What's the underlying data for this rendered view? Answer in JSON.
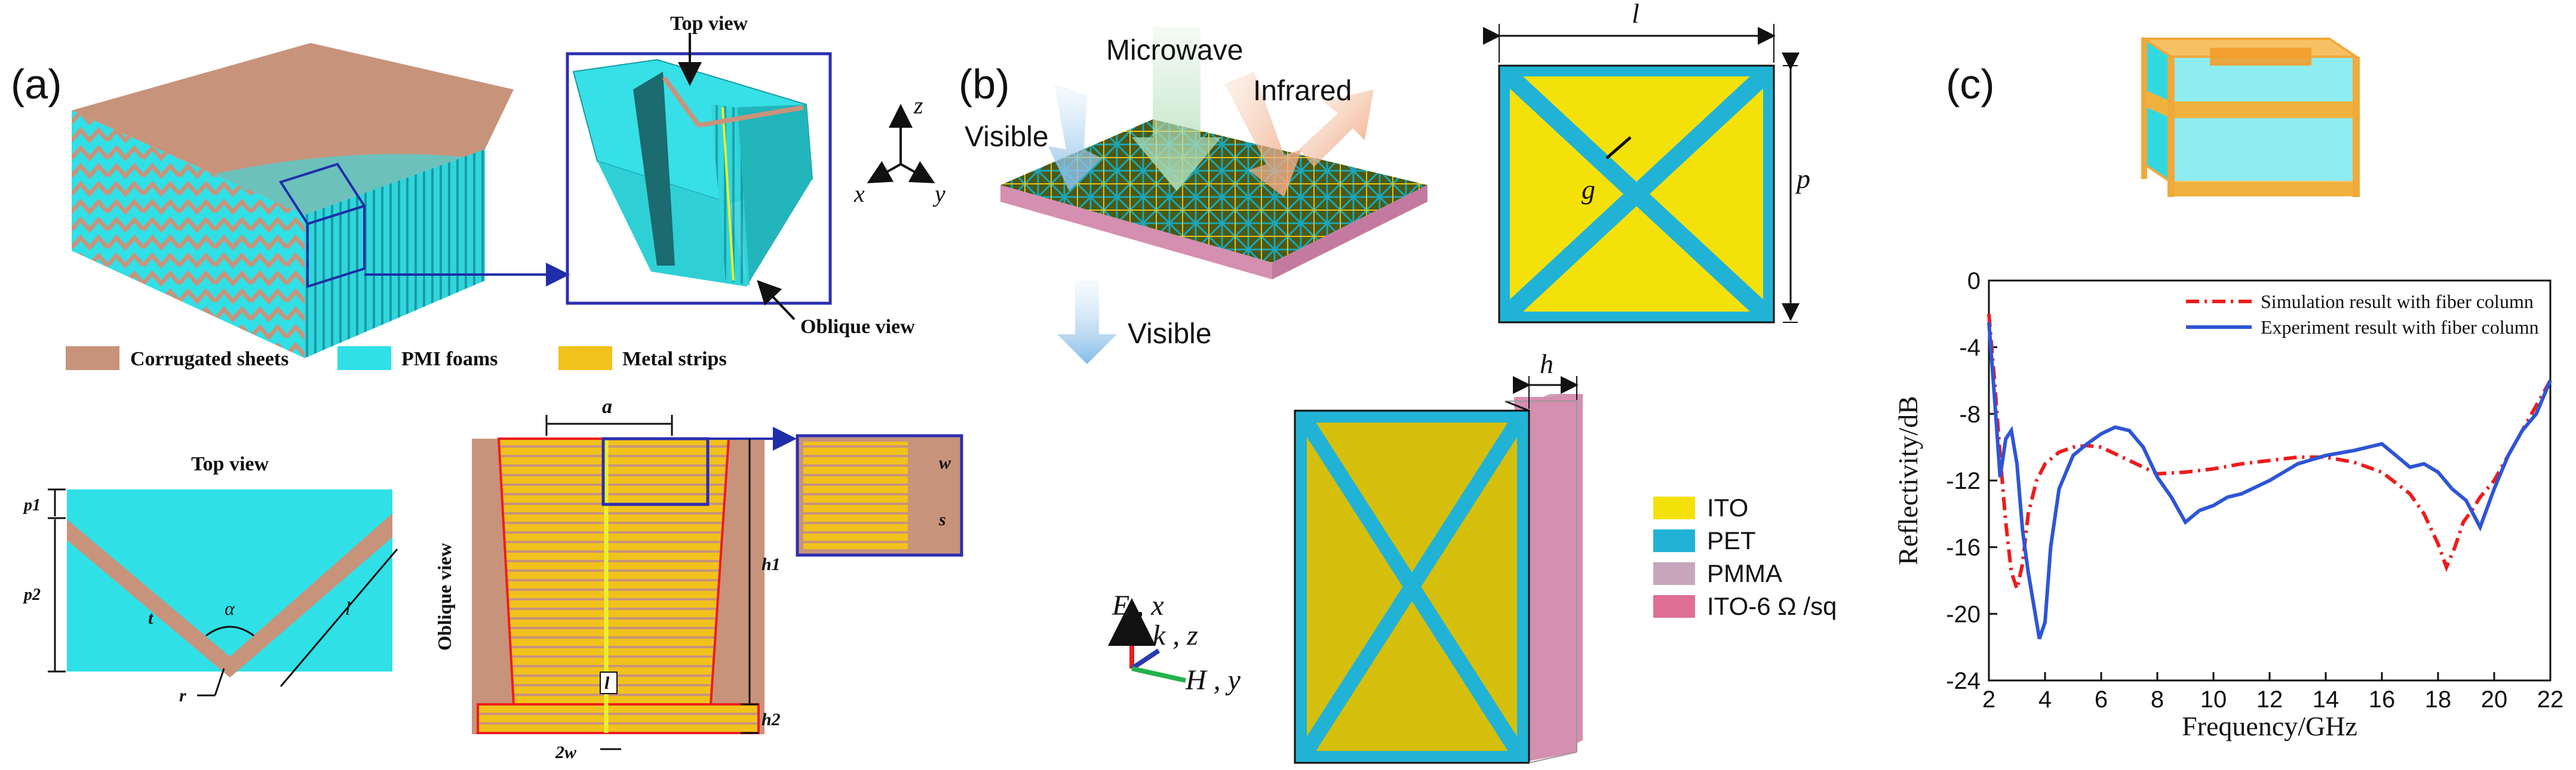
{
  "panels": {
    "a": {
      "label": "(a)",
      "top_view_label": "Top view",
      "oblique_view_label": "Oblique view",
      "axes": {
        "z": "z",
        "x": "x",
        "y": "y"
      },
      "legend": [
        {
          "label": "Corrugated sheets",
          "color": "#c8937b"
        },
        {
          "label": "PMI foams",
          "color": "#2fe0e6"
        },
        {
          "label": "Metal strips",
          "color": "#f1c21b"
        }
      ],
      "topview": {
        "title": "Top view",
        "p1": "p1",
        "p2": "p2",
        "t": "t",
        "alpha": "α",
        "l": "l",
        "r": "r"
      },
      "oblique": {
        "side_label": "Oblique view",
        "a": "a",
        "h1": "h1",
        "h2": "h2",
        "l": "l",
        "two_w": "2w",
        "w": "w",
        "s": "s"
      }
    },
    "b": {
      "label": "(b)",
      "microwave": "Microwave",
      "infrared": "Infrared",
      "visible_top": "Visible",
      "visible_bottom": "Visible",
      "unit": {
        "l": "l",
        "p": "p",
        "g": "g"
      },
      "h": "h",
      "axes": {
        "E": "E , x",
        "k": "k , z",
        "H": "H , y"
      },
      "legend": [
        {
          "label": "ITO",
          "color": "#f5e10a"
        },
        {
          "label": "PET",
          "color": "#21b3d6"
        },
        {
          "label": "PMMA",
          "color": "#c8a7bd"
        },
        {
          "label": "ITO-6 Ω /sq",
          "color": "#df6f95"
        }
      ]
    },
    "c": {
      "label": "(c)",
      "chart_data": {
        "type": "line",
        "xlabel": "Frequency/GHz",
        "ylabel": "Reflectivity/dB",
        "xlim": [
          2,
          22
        ],
        "ylim": [
          -24,
          0
        ],
        "xticks": [
          "2",
          "4",
          "6",
          "8",
          "10",
          "12",
          "14",
          "16",
          "18",
          "20",
          "22"
        ],
        "yticks": [
          "0",
          "-4",
          "-8",
          "-12",
          "-16",
          "-20",
          "-24"
        ],
        "legend_position": "top-right",
        "series": [
          {
            "name": "Simulation result with fiber column",
            "color": "#ee1c1c",
            "style": "dash-dot",
            "x": [
              2.0,
              2.2,
              2.4,
              2.6,
              2.8,
              3.0,
              3.2,
              3.4,
              3.7,
              4.0,
              4.5,
              5.0,
              5.5,
              6.0,
              6.5,
              7.0,
              7.5,
              8.0,
              9.0,
              10.0,
              11.0,
              12.0,
              13.0,
              14.0,
              15.0,
              16.0,
              17.0,
              17.5,
              18.0,
              18.3,
              18.6,
              18.9,
              19.2,
              19.5,
              20.0,
              20.5,
              21.0,
              21.5,
              22.0
            ],
            "y": [
              -2.0,
              -6.0,
              -10.5,
              -14.5,
              -17.5,
              -18.5,
              -17.0,
              -14.0,
              -12.0,
              -11.0,
              -10.3,
              -10.0,
              -9.9,
              -10.0,
              -10.4,
              -10.8,
              -11.2,
              -11.6,
              -11.5,
              -11.3,
              -11.0,
              -10.8,
              -10.6,
              -10.6,
              -10.9,
              -11.5,
              -12.8,
              -14.0,
              -15.8,
              -17.2,
              -16.0,
              -14.5,
              -13.8,
              -13.0,
              -12.0,
              -10.5,
              -9.0,
              -7.5,
              -6.0
            ]
          },
          {
            "name": "Experiment result with fiber column",
            "color": "#2d55d6",
            "style": "solid",
            "x": [
              2.0,
              2.2,
              2.4,
              2.6,
              2.8,
              3.0,
              3.2,
              3.4,
              3.6,
              3.8,
              4.0,
              4.2,
              4.5,
              5.0,
              5.5,
              6.0,
              6.5,
              7.0,
              7.5,
              8.0,
              8.5,
              9.0,
              9.5,
              10.0,
              10.5,
              11.0,
              11.5,
              12.0,
              13.0,
              14.0,
              15.0,
              16.0,
              16.5,
              17.0,
              17.5,
              18.0,
              18.5,
              19.0,
              19.5,
              20.0,
              20.5,
              21.0,
              21.5,
              22.0
            ],
            "y": [
              -2.5,
              -7.0,
              -11.8,
              -9.5,
              -9.0,
              -11.0,
              -15.0,
              -17.5,
              -19.5,
              -21.5,
              -20.5,
              -16.0,
              -12.5,
              -10.5,
              -9.8,
              -9.2,
              -8.8,
              -9.0,
              -10.0,
              -11.8,
              -13.0,
              -14.5,
              -13.8,
              -13.5,
              -13.0,
              -12.8,
              -12.4,
              -12.0,
              -11.0,
              -10.5,
              -10.2,
              -9.8,
              -10.5,
              -11.2,
              -11.0,
              -11.5,
              -12.5,
              -13.2,
              -14.8,
              -12.5,
              -10.5,
              -9.0,
              -8.0,
              -6.0
            ]
          }
        ]
      }
    }
  }
}
